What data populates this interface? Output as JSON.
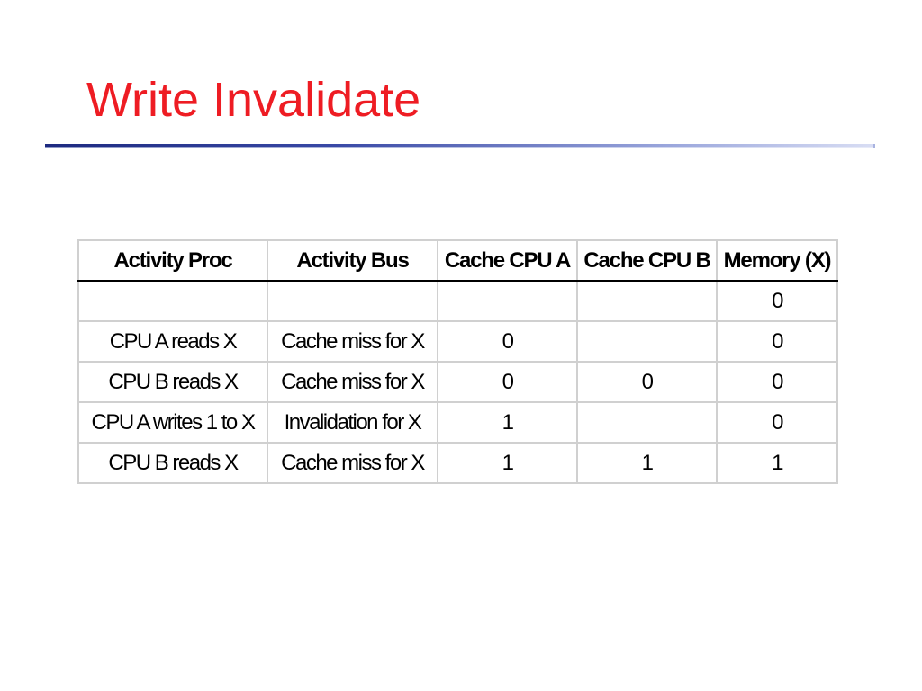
{
  "slide": {
    "title": "Write Invalidate"
  },
  "colors": {
    "title": "#ee1c23",
    "rule": "#1d2a80",
    "grid": "#d0d0d0"
  },
  "table": {
    "headers": [
      "Activity Proc",
      "Activity Bus",
      "Cache CPU A",
      "Cache CPU B",
      "Memory (X)"
    ],
    "rows": [
      [
        "",
        "",
        "",
        "",
        "0"
      ],
      [
        "CPU A reads X",
        "Cache miss for X",
        "0",
        "",
        "0"
      ],
      [
        "CPU B reads X",
        "Cache miss for X",
        "0",
        "0",
        "0"
      ],
      [
        "CPU A writes 1 to X",
        "Invalidation for X",
        "1",
        "",
        "0"
      ],
      [
        "CPU B reads X",
        "Cache miss for X",
        "1",
        "1",
        "1"
      ]
    ]
  }
}
